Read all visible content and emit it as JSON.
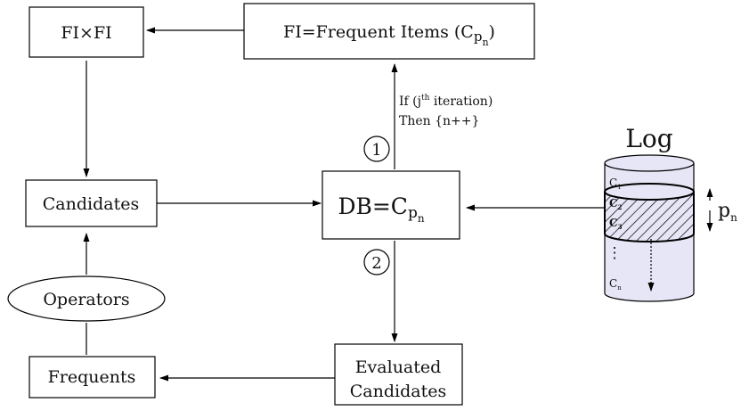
{
  "nodes": {
    "fixfi": {
      "label": "FI×FI"
    },
    "frequent_items": {
      "prefix": "FI=Frequent Items (C",
      "sub": "p",
      "subsub": "n",
      "suffix": ")"
    },
    "candidates": {
      "label": "Candidates"
    },
    "db": {
      "prefix": "DB=C",
      "sub": "p",
      "subsub": "n"
    },
    "operators": {
      "label": "Operators"
    },
    "frequents": {
      "label": "Frequents"
    },
    "evaluated": {
      "line1": "Evaluated",
      "line2": "Candidates"
    }
  },
  "annotation": {
    "if_prefix": "If (j",
    "if_sup": "th",
    "if_suffix": " iteration)",
    "then": "Then {n++}"
  },
  "steps": {
    "one": "1",
    "two": "2"
  },
  "log": {
    "title": "Log",
    "c": "C",
    "sub1": "1",
    "sub2": "2",
    "sub3": "3",
    "subn": "n",
    "dots": "⋮",
    "p": "p",
    "p_sub": "n"
  },
  "colors": {
    "cylinder_fill": "#e6e6f6",
    "stroke": "#000000"
  }
}
